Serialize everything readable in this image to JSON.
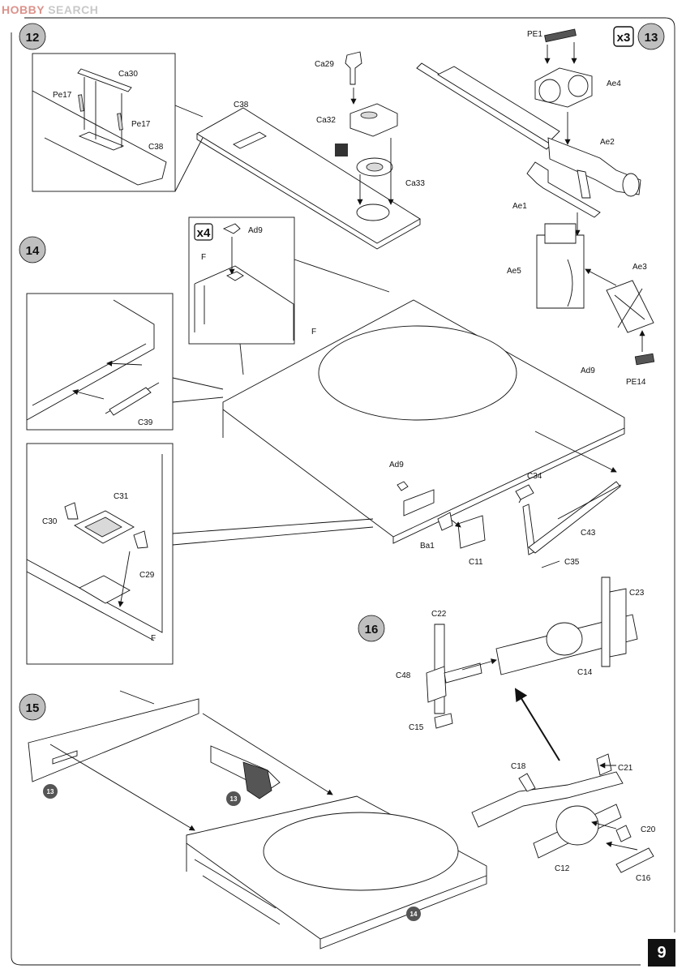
{
  "watermark": {
    "brand": "HOBBY",
    "rest": " SEARCH"
  },
  "page_number": "9",
  "multipliers": {
    "x3": "x3",
    "x4": "x4"
  },
  "steps": {
    "s12": "12",
    "s13": "13",
    "s14": "14",
    "s15": "15",
    "s16": "16"
  },
  "step15_refs": {
    "a": "13",
    "b": "13",
    "c": "14"
  },
  "labels": {
    "Pe17a": "Pe17",
    "Ca30": "Ca30",
    "Pe17b": "Pe17",
    "C38a": "C38",
    "C38b": "C38",
    "Ca29": "Ca29",
    "Ca32": "Ca32",
    "Ca33": "Ca33",
    "PE1": "PE1",
    "Ae4": "Ae4",
    "Ae2": "Ae2",
    "Ae1": "Ae1",
    "Ae5": "Ae5",
    "Ae3": "Ae3",
    "PE14": "PE14",
    "Ad9a": "Ad9",
    "F1": "F",
    "F2": "F",
    "Ad9b": "Ad9",
    "Ad9c": "Ad9",
    "C39": "C39",
    "C31": "C31",
    "C30": "C30",
    "C29": "C29",
    "F3": "F",
    "C34": "C34",
    "C43": "C43",
    "Ba1": "Ba1",
    "C11": "C11",
    "C35": "C35",
    "C22": "C22",
    "C23": "C23",
    "C48": "C48",
    "C14": "C14",
    "C15": "C15",
    "C18": "C18",
    "C21": "C21",
    "C20": "C20",
    "C12": "C12",
    "C16": "C16"
  }
}
